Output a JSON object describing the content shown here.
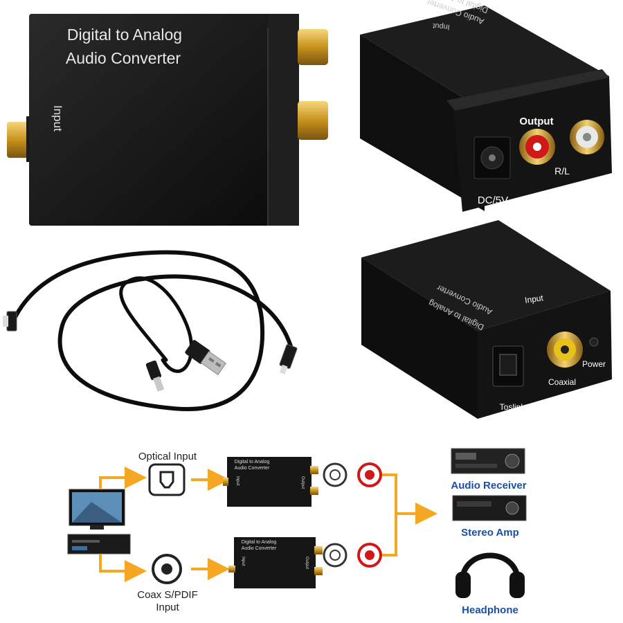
{
  "front_box": {
    "title_line1": "Digital to Analog",
    "title_line2": "Audio Converter",
    "side_label": "Input"
  },
  "back_box": {
    "title_line1": "Digital to Analog",
    "title_line2": "Audio Converter",
    "input_label": "Input",
    "output_label": "Output",
    "rl_label": "R/L",
    "dc_label": "DC/5V"
  },
  "input_box": {
    "title_line1": "Digital to Analog",
    "title_line2": "Audio Converter",
    "input_label": "Input",
    "toslink_label": "Toslink",
    "coaxial_label": "Coaxial",
    "power_label": "Power"
  },
  "diagram": {
    "optical_input": "Optical Input",
    "coax_line1": "Coax S/PDIF",
    "coax_line2": "Input",
    "mini_title1": "Digital to Analog",
    "mini_title2": "Audio Converter",
    "mini_input": "Input",
    "mini_output": "Output",
    "audio_receiver": "Audio Receiver",
    "stereo_amp": "Stereo Amp",
    "headphone": "Headphone"
  },
  "colors": {
    "box": "#161616",
    "gold": "#d9a62a",
    "arrow": "#f5a623",
    "label_blue": "#1a4fa8",
    "rca_red": "#d01818",
    "rca_yellow": "#e8c21a"
  }
}
